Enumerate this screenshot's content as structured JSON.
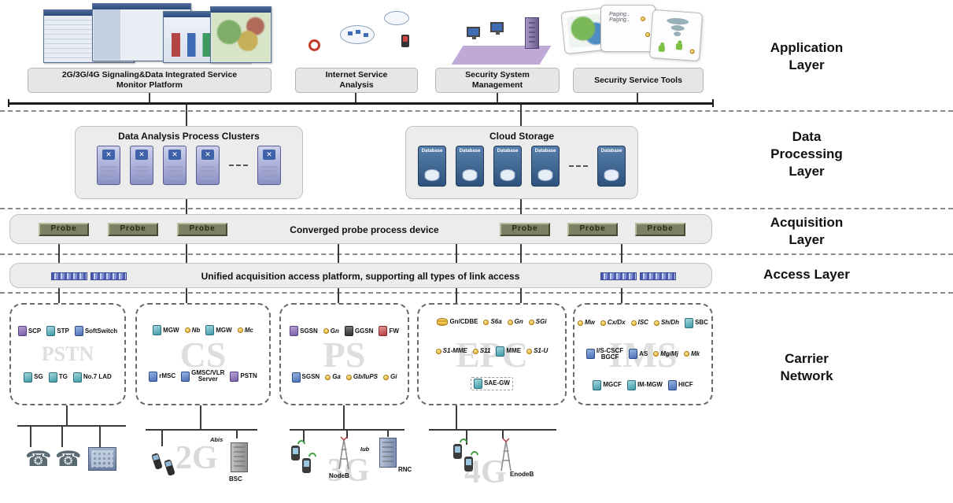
{
  "layer_labels": {
    "application": "Application\nLayer",
    "data_processing": "Data\nProcessing\nLayer",
    "acquisition": "Acquisition\nLayer",
    "access": "Access Layer",
    "carrier": "Carrier\nNetwork"
  },
  "app": {
    "boxes": [
      {
        "label": "2G/3G/4G Signaling&Data Integrated Service\nMonitor Platform"
      },
      {
        "label": "Internet Service\nAnalysis"
      },
      {
        "label": "Security System\nManagement"
      },
      {
        "label": "Security Service Tools"
      }
    ],
    "tools_note": "Paging..\nPaging.."
  },
  "dp": {
    "clusters_title": "Data Analysis Process Clusters",
    "cloud_title": "Cloud Storage",
    "database_label": "Database"
  },
  "acq": {
    "probe": "Probe",
    "center_text": "Converged probe process device"
  },
  "access": {
    "text": "Unified acquisition access platform, supporting all types of link access"
  },
  "carrier": {
    "domains": [
      {
        "watermark": "PSTN",
        "nodes": [
          {
            "label": "SCP"
          },
          {
            "label": "STP"
          },
          {
            "label": "SoftSwitch"
          },
          {
            "label": "SG"
          },
          {
            "label": "TG"
          },
          {
            "label": "No.7 LAD"
          }
        ]
      },
      {
        "watermark": "CS",
        "nodes": [
          {
            "label": "MGW"
          },
          {
            "label": "Nb"
          },
          {
            "label": "MGW"
          },
          {
            "label": "Mc"
          },
          {
            "label": "rMSC"
          },
          {
            "label": "GMSC/VLR\nServer"
          },
          {
            "label": "PSTN"
          }
        ]
      },
      {
        "watermark": "PS",
        "nodes": [
          {
            "label": "SGSN"
          },
          {
            "label": "Gn"
          },
          {
            "label": "GGSN"
          },
          {
            "label": "FW"
          },
          {
            "label": "SGSN"
          },
          {
            "label": "Ga"
          },
          {
            "label": "Gb/IuPS"
          },
          {
            "label": "Gi"
          }
        ]
      },
      {
        "watermark": "EPC",
        "nodes": [
          {
            "label": "Gn/CDBE"
          },
          {
            "label": "S6a"
          },
          {
            "label": "Gn"
          },
          {
            "label": "SGi"
          },
          {
            "label": "S1-MME"
          },
          {
            "label": "S11"
          },
          {
            "label": "MME"
          },
          {
            "label": "S1-U"
          },
          {
            "label": "SAE-GW"
          }
        ]
      },
      {
        "watermark": "IMS",
        "nodes": [
          {
            "label": "Mw"
          },
          {
            "label": "Cx/Dx"
          },
          {
            "label": "ISC"
          },
          {
            "label": "Sh/Dh"
          },
          {
            "label": "SBC"
          },
          {
            "label": "I/S-CSCF\nBGCF"
          },
          {
            "label": "AS"
          },
          {
            "label": "Mg/Mj"
          },
          {
            "label": "Mk"
          },
          {
            "label": "MGCF"
          },
          {
            "label": "IM-MGW"
          },
          {
            "label": "HICF"
          }
        ]
      }
    ]
  },
  "bottom": {
    "clusters": [
      {
        "watermark": "2G",
        "labels": [
          {
            "label": "Abis"
          },
          {
            "label": "BSC"
          }
        ]
      },
      {
        "watermark": "3G",
        "labels": [
          {
            "label": "NodeB"
          },
          {
            "label": "Iub"
          },
          {
            "label": "RNC"
          }
        ]
      },
      {
        "watermark": "4G",
        "labels": [
          {
            "label": "EnodeB"
          }
        ]
      }
    ]
  }
}
